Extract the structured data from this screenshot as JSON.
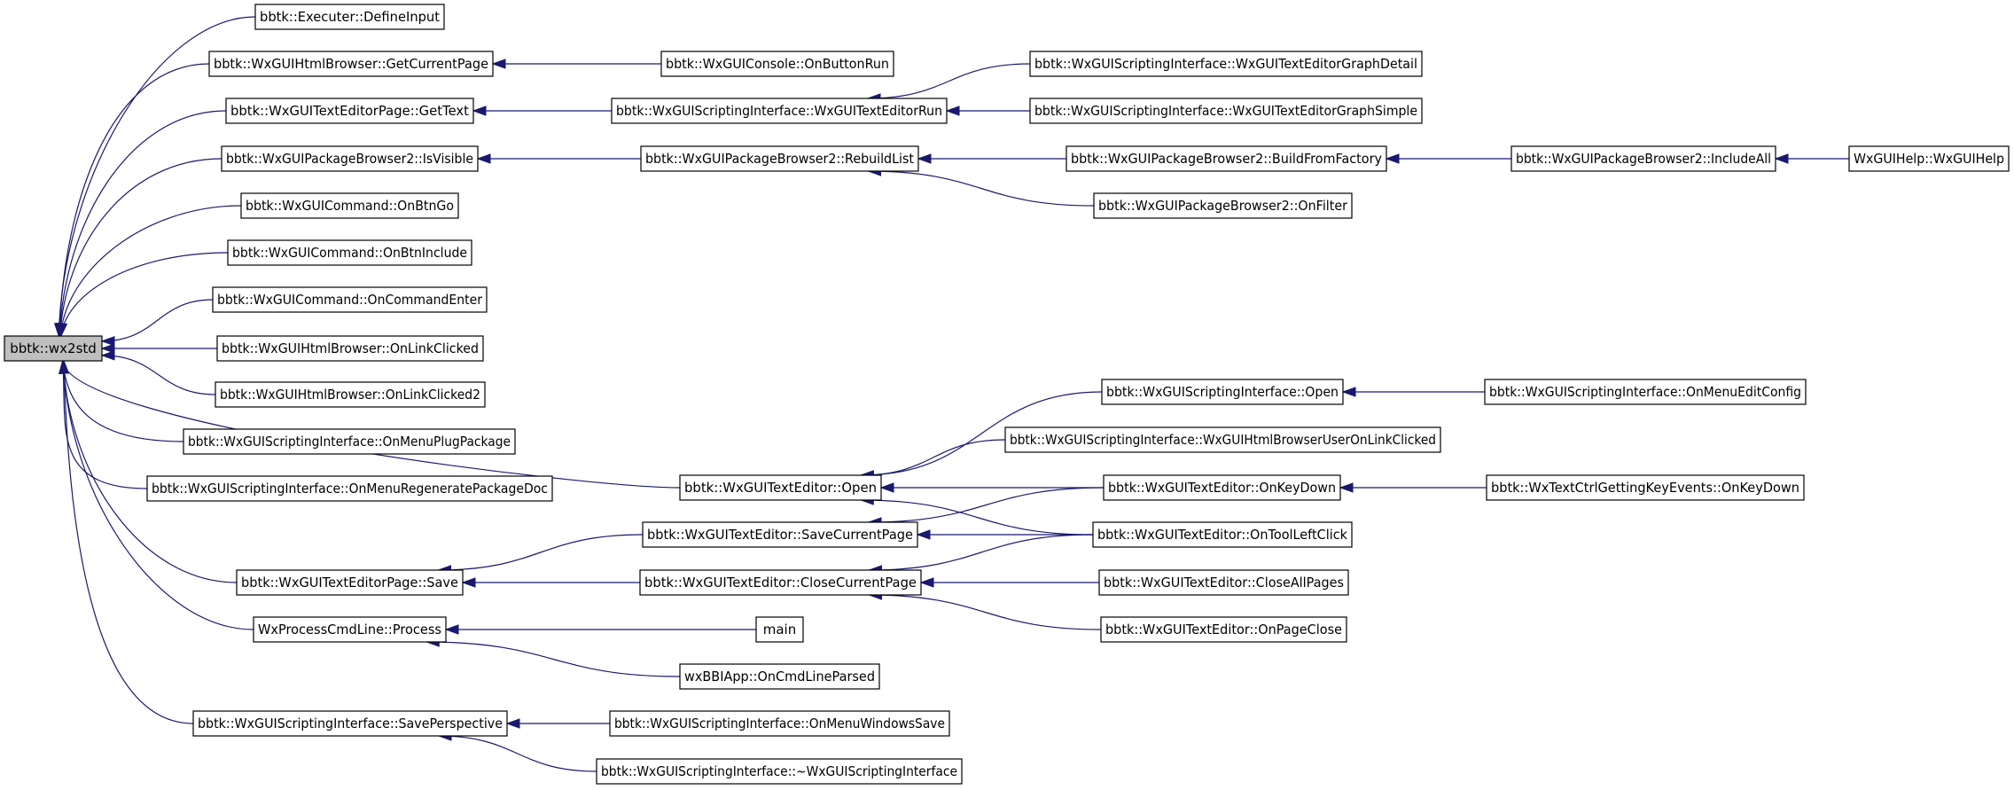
{
  "colors": {
    "edge": "#191970",
    "node_border": "#000000",
    "root_fill": "#bfbfbf",
    "node_fill": "#ffffff",
    "text": "#000000"
  },
  "nodes": [
    {
      "id": "wx2std",
      "label": "bbtk::wx2std",
      "root": true
    },
    {
      "id": "n1",
      "label": "bbtk::Executer::DefineInput"
    },
    {
      "id": "n2",
      "label": "bbtk::WxGUIHtmlBrowser::GetCurrentPage"
    },
    {
      "id": "n3",
      "label": "bbtk::WxGUIConsole::OnButtonRun"
    },
    {
      "id": "n4",
      "label": "bbtk::WxGUIScriptingInterface::WxGUITextEditorGraphDetail"
    },
    {
      "id": "n5",
      "label": "bbtk::WxGUITextEditorPage::GetText"
    },
    {
      "id": "n6",
      "label": "bbtk::WxGUIScriptingInterface::WxGUITextEditorRun"
    },
    {
      "id": "n7",
      "label": "bbtk::WxGUIScriptingInterface::WxGUITextEditorGraphSimple"
    },
    {
      "id": "n8",
      "label": "bbtk::WxGUIPackageBrowser2::IsVisible"
    },
    {
      "id": "n9",
      "label": "bbtk::WxGUIPackageBrowser2::RebuildList"
    },
    {
      "id": "n10",
      "label": "bbtk::WxGUIPackageBrowser2::BuildFromFactory"
    },
    {
      "id": "n11",
      "label": "bbtk::WxGUIPackageBrowser2::IncludeAll"
    },
    {
      "id": "n12",
      "label": "WxGUIHelp::WxGUIHelp"
    },
    {
      "id": "n13",
      "label": "bbtk::WxGUIPackageBrowser2::OnFilter"
    },
    {
      "id": "n14",
      "label": "bbtk::WxGUICommand::OnBtnGo"
    },
    {
      "id": "n15",
      "label": "bbtk::WxGUICommand::OnBtnInclude"
    },
    {
      "id": "n16",
      "label": "bbtk::WxGUICommand::OnCommandEnter"
    },
    {
      "id": "n17",
      "label": "bbtk::WxGUIHtmlBrowser::OnLinkClicked"
    },
    {
      "id": "n18",
      "label": "bbtk::WxGUIHtmlBrowser::OnLinkClicked2"
    },
    {
      "id": "n19",
      "label": "bbtk::WxGUIScriptingInterface::Open"
    },
    {
      "id": "n20",
      "label": "bbtk::WxGUIScriptingInterface::OnMenuEditConfig"
    },
    {
      "id": "n21",
      "label": "bbtk::WxGUIScriptingInterface::OnMenuPlugPackage"
    },
    {
      "id": "n22",
      "label": "bbtk::WxGUIScriptingInterface::WxGUIHtmlBrowserUserOnLinkClicked"
    },
    {
      "id": "n23",
      "label": "bbtk::WxGUIScriptingInterface::OnMenuRegeneratePackageDoc"
    },
    {
      "id": "n24",
      "label": "bbtk::WxGUITextEditor::Open"
    },
    {
      "id": "n25",
      "label": "bbtk::WxGUITextEditor::OnKeyDown"
    },
    {
      "id": "n26",
      "label": "bbtk::WxTextCtrlGettingKeyEvents::OnKeyDown"
    },
    {
      "id": "n27",
      "label": "bbtk::WxGUITextEditor::SaveCurrentPage"
    },
    {
      "id": "n28",
      "label": "bbtk::WxGUITextEditor::OnToolLeftClick"
    },
    {
      "id": "n29",
      "label": "bbtk::WxGUITextEditorPage::Save"
    },
    {
      "id": "n30",
      "label": "bbtk::WxGUITextEditor::CloseCurrentPage"
    },
    {
      "id": "n31",
      "label": "bbtk::WxGUITextEditor::CloseAllPages"
    },
    {
      "id": "n32",
      "label": "WxProcessCmdLine::Process"
    },
    {
      "id": "n33",
      "label": "main"
    },
    {
      "id": "n34",
      "label": "bbtk::WxGUITextEditor::OnPageClose"
    },
    {
      "id": "n35",
      "label": "wxBBIApp::OnCmdLineParsed"
    },
    {
      "id": "n36",
      "label": "bbtk::WxGUIScriptingInterface::SavePerspective"
    },
    {
      "id": "n37",
      "label": "bbtk::WxGUIScriptingInterface::OnMenuWindowsSave"
    },
    {
      "id": "n38",
      "label": "bbtk::WxGUIScriptingInterface::~WxGUIScriptingInterface"
    }
  ],
  "edges": [
    [
      "n1",
      "wx2std"
    ],
    [
      "n2",
      "wx2std"
    ],
    [
      "n5",
      "wx2std"
    ],
    [
      "n8",
      "wx2std"
    ],
    [
      "n14",
      "wx2std"
    ],
    [
      "n15",
      "wx2std"
    ],
    [
      "n16",
      "wx2std"
    ],
    [
      "n17",
      "wx2std"
    ],
    [
      "n18",
      "wx2std"
    ],
    [
      "n21",
      "wx2std"
    ],
    [
      "n23",
      "wx2std"
    ],
    [
      "n24",
      "wx2std"
    ],
    [
      "n29",
      "wx2std"
    ],
    [
      "n32",
      "wx2std"
    ],
    [
      "n36",
      "wx2std"
    ],
    [
      "n3",
      "n2"
    ],
    [
      "n6",
      "n5"
    ],
    [
      "n4",
      "n6"
    ],
    [
      "n7",
      "n6"
    ],
    [
      "n9",
      "n8"
    ],
    [
      "n10",
      "n9"
    ],
    [
      "n13",
      "n9"
    ],
    [
      "n11",
      "n10"
    ],
    [
      "n12",
      "n11"
    ],
    [
      "n19",
      "n24"
    ],
    [
      "n22",
      "n24"
    ],
    [
      "n25",
      "n24"
    ],
    [
      "n28",
      "n24"
    ],
    [
      "n20",
      "n19"
    ],
    [
      "n26",
      "n25"
    ],
    [
      "n27",
      "n29"
    ],
    [
      "n30",
      "n29"
    ],
    [
      "n25",
      "n27"
    ],
    [
      "n28",
      "n27"
    ],
    [
      "n28",
      "n30"
    ],
    [
      "n31",
      "n30"
    ],
    [
      "n34",
      "n30"
    ],
    [
      "n33",
      "n32"
    ],
    [
      "n35",
      "n32"
    ],
    [
      "n37",
      "n36"
    ],
    [
      "n38",
      "n36"
    ]
  ]
}
